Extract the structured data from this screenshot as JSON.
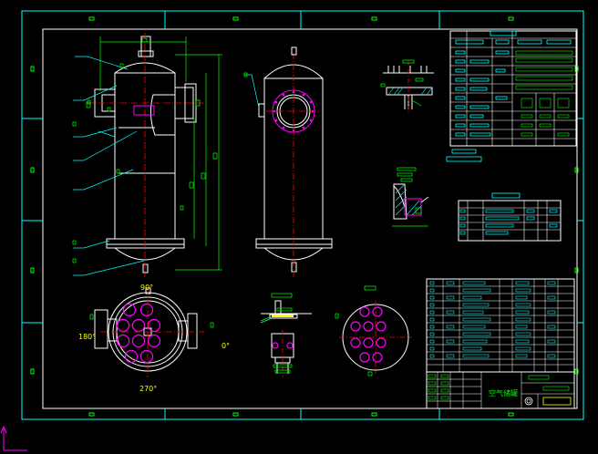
{
  "drawing": {
    "angles": {
      "top": "90°",
      "left": "180°",
      "right": "0°",
      "bottom": "270°"
    },
    "title_block": {
      "name": "空气储罐"
    },
    "colors": {
      "frame": "#00ffff",
      "vessel": "#ffffff",
      "centerline": "#ff0000",
      "dimension": "#00ff00",
      "leader": "#00ffff",
      "tube": "#ff00ff",
      "hatch": "#00ffff",
      "note": "#ffff00"
    }
  }
}
